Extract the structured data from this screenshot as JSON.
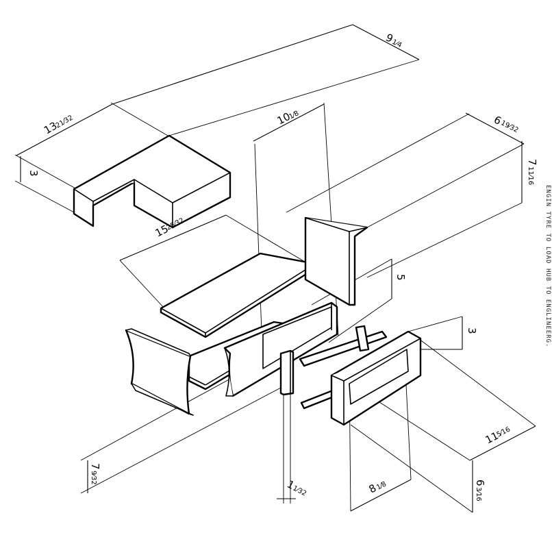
{
  "dimensions": {
    "top_length": {
      "whole": "9",
      "frac": "1⁄4"
    },
    "top_width": {
      "whole": "13",
      "frac": "21⁄32"
    },
    "top_thickness": {
      "whole": "3",
      "frac": ""
    },
    "drawer_width": {
      "whole": "10",
      "frac": "1⁄8"
    },
    "side_width": {
      "whole": "6",
      "frac": "19⁄32"
    },
    "side_height": {
      "whole": "7",
      "frac": "11⁄16"
    },
    "shelf_length": {
      "whole": "15",
      "frac": "25⁄32"
    },
    "rail_offset": {
      "whole": "5",
      "frac": ""
    },
    "frame_depth": {
      "whole": "3",
      "frac": ""
    },
    "base_height": {
      "whole": "7",
      "frac": "9⁄32"
    },
    "frame_width": {
      "whole": "11",
      "frac": "5⁄16"
    },
    "frame_height": {
      "whole": "6",
      "frac": "3⁄16"
    },
    "front_width": {
      "whole": "8",
      "frac": "1⁄8"
    },
    "post_thickness": {
      "whole": "1",
      "frac": "1⁄32"
    }
  },
  "edge_text": "ENGIN TYRE TO LOAD HUB TO ENGLINEERG."
}
